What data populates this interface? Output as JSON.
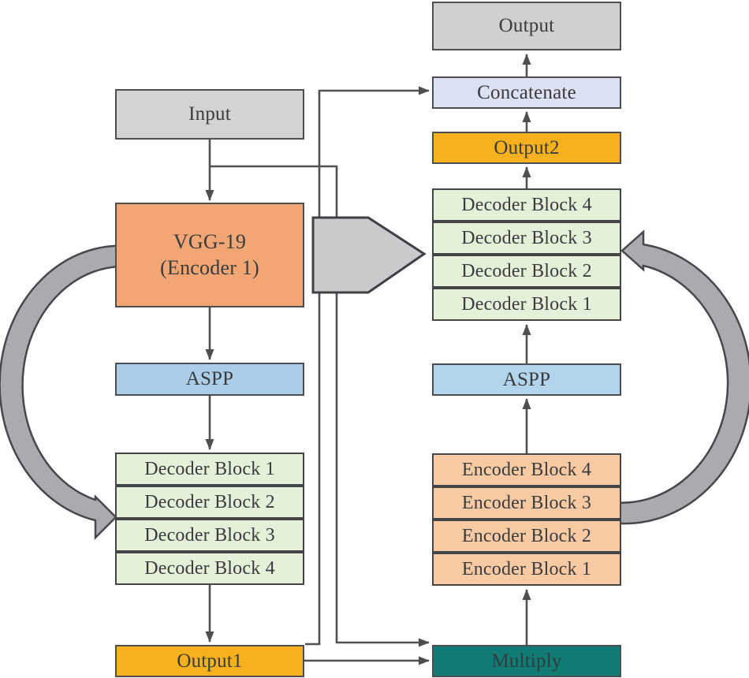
{
  "diagram": {
    "title_hint": "dual encoder-decoder network architecture",
    "left_column": {
      "input_label": "Input",
      "vgg_line1": "VGG-19",
      "vgg_line2": "(Encoder 1)",
      "aspp_label": "ASPP",
      "decoder_blocks": [
        "Decoder Block 1",
        "Decoder Block 2",
        "Decoder Block 3",
        "Decoder Block 4"
      ],
      "output1_label": "Output1"
    },
    "right_column": {
      "output_label": "Output",
      "concatenate_label": "Concatenate",
      "output2_label": "Output2",
      "decoder_blocks": [
        "Decoder Block 4",
        "Decoder Block 3",
        "Decoder Block 2",
        "Decoder Block 1"
      ],
      "aspp_label": "ASPP",
      "encoder_blocks": [
        "Encoder Block 4",
        "Encoder Block 3",
        "Encoder Block 2",
        "Encoder Block 1"
      ],
      "multiply_label": "Multiply"
    },
    "colors": {
      "box_gray": "#d2d3d2",
      "box_peach_vgg": "#f1a673",
      "box_blue_aspp": "#aacee9",
      "box_green_decoder": "#e4f0d8",
      "box_peach_encoder": "#f8caa4",
      "box_yellow_output": "#f7b11c",
      "box_lavender_concatenate": "#dce1f3",
      "box_teal_multiply": "#117c74",
      "wire_dark_gray": "#505153",
      "block_arrow_gray": "#c9cacc",
      "curved_arrow_gray": "#a9abae",
      "border_dark": "#4c4e52"
    }
  }
}
